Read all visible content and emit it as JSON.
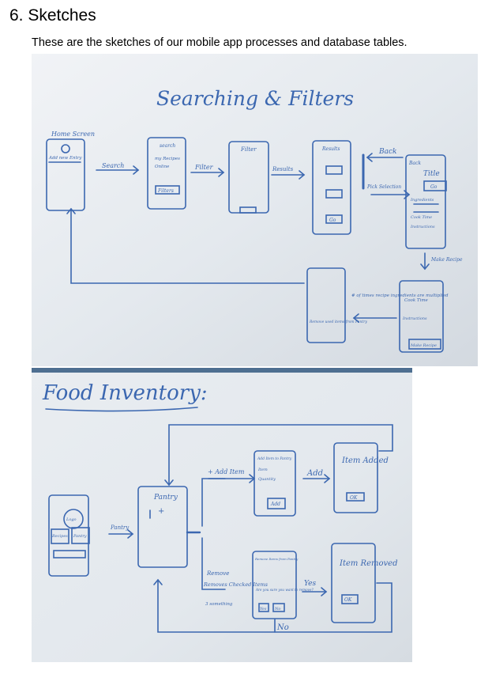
{
  "section": {
    "title": "6. Sketches",
    "description": "These are the sketches of our mobile app processes and database tables."
  },
  "photos": {
    "search_sketch": {
      "title": "Searching & Filters",
      "labels": {
        "home_screen": "Home Screen",
        "home_add": "Add new Entry",
        "search_arrow": "Search",
        "search_screen_title": "search",
        "option_my_recipes": "my Recipes",
        "option_online": "Online",
        "filters_button": "Filters",
        "filter_arrow": "Filter",
        "filter_screen_title": "Filter",
        "results_arrow": "Results",
        "results_screen_title": "Results",
        "results_button": "Go",
        "back_arrow": "Back",
        "pick_selection": "Pick Selection",
        "detail_back": "Back",
        "detail_title": "Title",
        "detail_go": "Go",
        "detail_ingredients": "Ingredients",
        "detail_cook_time": "Cook Time",
        "detail_instructions": "Instructions",
        "make_recipe_arrow": "Make Recipe",
        "times_note": "# of times recipe ingredients are multiplied",
        "confirm_cook_time": "Cook Time",
        "confirm_instructions": "Instructions",
        "make_recipe_button": "Make Recipe",
        "remove_items_note": "Remove used items from Pantry"
      }
    },
    "inventory_sketch": {
      "title": "Food Inventory:",
      "labels": {
        "home_logo": "Logo",
        "home_recipes": "Recipes",
        "home_pantry": "Pantry",
        "pantry_arrow": "Pantry",
        "pantry_screen_title": "Pantry",
        "pantry_plus": "+",
        "add_item_arrow": "+ Add Item",
        "add_screen_title": "Add Item to Pantry",
        "add_item_field": "Item",
        "add_quantity_field": "Quantity",
        "add_button": "Add",
        "add_arrow": "Add",
        "item_added_text": "Item Added",
        "ok_button": "OK",
        "remove_label": "Remove",
        "remove_checked": "Removes Checked Items",
        "remove_example": "3 something",
        "remove_screen_title": "Remove Items from Pantry",
        "remove_confirm": "Are you sure you want to remove?",
        "yes_button": "Yes",
        "no_button": "No",
        "yes_arrow": "Yes",
        "no_label": "No",
        "item_removed_text": "Item Removed",
        "ok_button2": "OK"
      }
    }
  },
  "colors": {
    "ink": "#3b67b0",
    "board_top": "#e7ecf1",
    "board_bottom": "#dfe4ea"
  }
}
